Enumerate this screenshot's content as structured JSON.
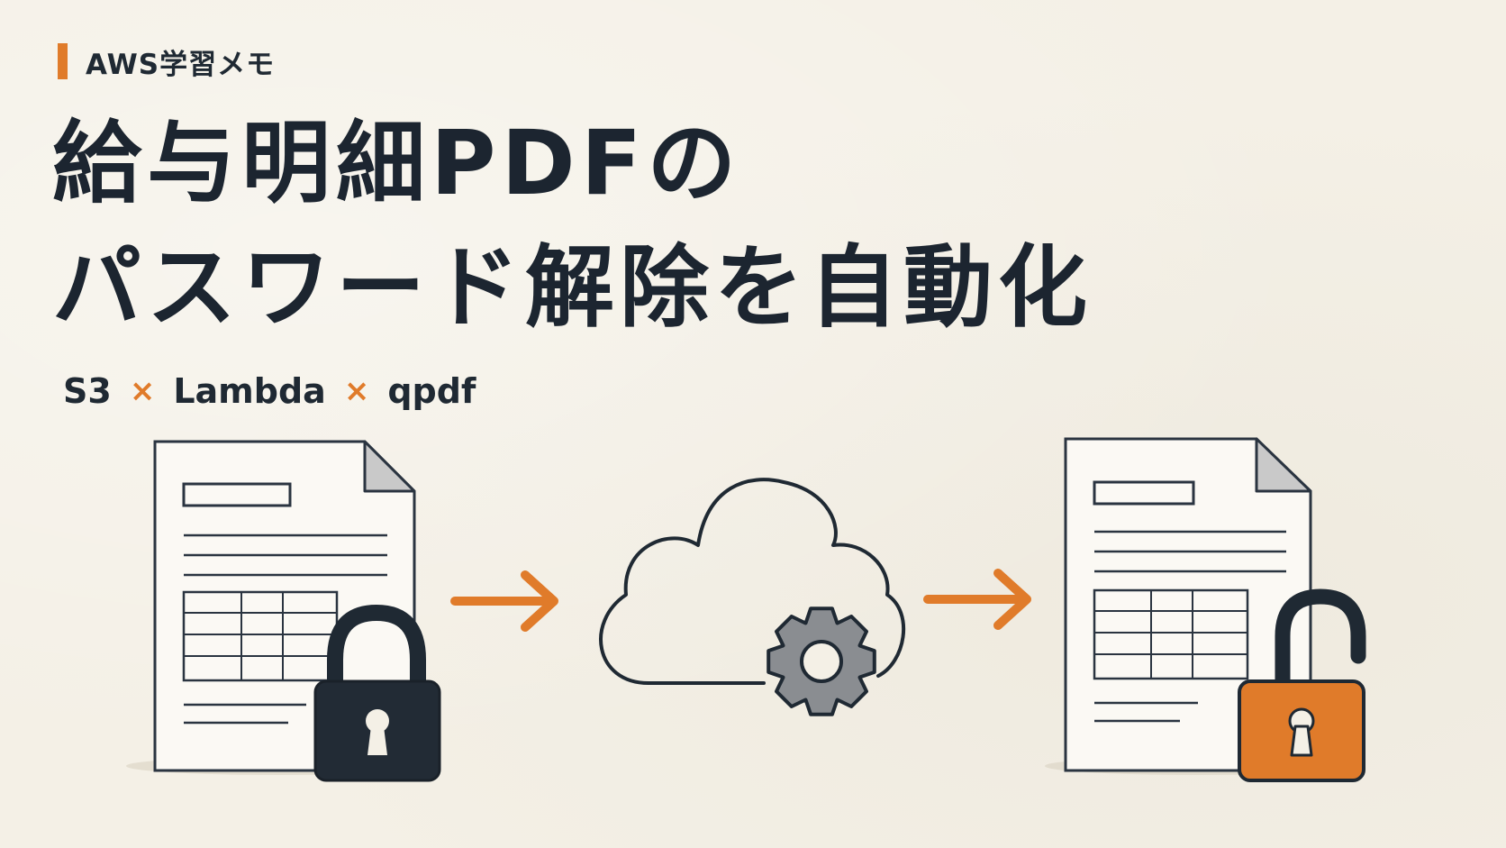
{
  "tag": {
    "label": "AWS学習メモ"
  },
  "title": {
    "line1": "給与明細PDFの",
    "line2": "パスワード解除を自動化"
  },
  "subtitle": {
    "items": [
      "S3",
      "Lambda",
      "qpdf"
    ],
    "separator": "×"
  },
  "icons": {
    "source_document": "document-icon",
    "locked": "padlock-locked-icon",
    "arrow1": "arrow-right-icon",
    "cloud": "cloud-icon",
    "gear": "gear-icon",
    "arrow2": "arrow-right-icon",
    "output_document": "document-icon",
    "unlocked": "padlock-unlocked-icon"
  },
  "colors": {
    "background": "#f4f0e6",
    "accent": "#e07b2a",
    "ink": "#1c2530",
    "gear": "#8a8d91"
  }
}
